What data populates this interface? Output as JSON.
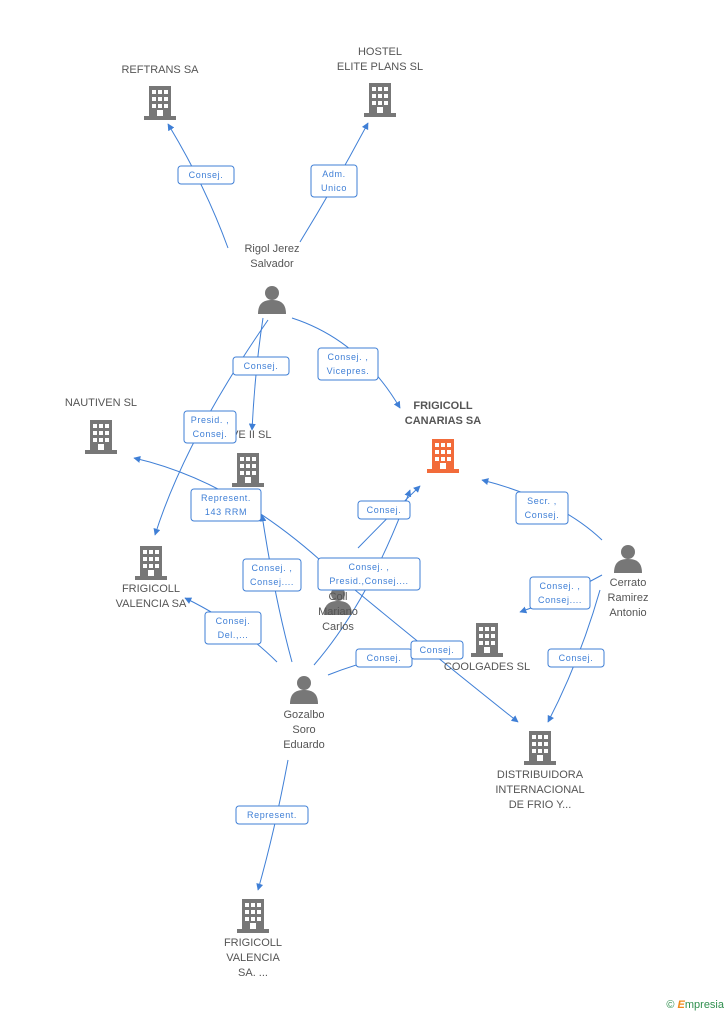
{
  "colors": {
    "edge": "#3f7fd6",
    "company": "#777777",
    "company_main": "#f26b3a",
    "person": "#777777",
    "text": "#555555"
  },
  "nodes": [
    {
      "id": "reftrans",
      "type": "company",
      "label": [
        "REFTRANS SA"
      ]
    },
    {
      "id": "hostel",
      "type": "company",
      "label": [
        "HOSTEL",
        "ELITE PLANS SL"
      ]
    },
    {
      "id": "rigol",
      "type": "person",
      "label": [
        "Rigol Jerez",
        "Salvador"
      ]
    },
    {
      "id": "nautiven",
      "type": "company",
      "label": [
        "NAUTIVEN SL"
      ]
    },
    {
      "id": "ave",
      "type": "company",
      "label": [
        "AVE II SL"
      ]
    },
    {
      "id": "frigicoll_canarias",
      "type": "company_main",
      "label": [
        "FRIGICOLL",
        "CANARIAS SA"
      ]
    },
    {
      "id": "frigicoll_valencia",
      "type": "company",
      "label": [
        "FRIGICOLL",
        "VALENCIA SA"
      ]
    },
    {
      "id": "coll",
      "type": "person",
      "label": [
        "Coll",
        "Mariano",
        "Carlos"
      ]
    },
    {
      "id": "cerrato",
      "type": "person",
      "label": [
        "Cerrato",
        "Ramirez",
        "Antonio"
      ]
    },
    {
      "id": "coolgades",
      "type": "company",
      "label": [
        "COOLGADES SL"
      ]
    },
    {
      "id": "gozalbo",
      "type": "person",
      "label": [
        "Gozalbo",
        "Soro",
        "Eduardo"
      ]
    },
    {
      "id": "distribuidora",
      "type": "company",
      "label": [
        "DISTRIBUIDORA",
        "INTERNACIONAL",
        "DE FRIO Y..."
      ]
    },
    {
      "id": "frigicoll_valencia2",
      "type": "company",
      "label": [
        "FRIGICOLL",
        "VALENCIA",
        "SA. ..."
      ]
    }
  ],
  "edges": [
    {
      "id": "e1",
      "label": [
        "Consej."
      ]
    },
    {
      "id": "e2",
      "label": [
        "Adm.",
        "Unico"
      ]
    },
    {
      "id": "e3",
      "label": [
        "Consej."
      ]
    },
    {
      "id": "e4",
      "label": [
        "Consej. ,",
        "Vicepres."
      ]
    },
    {
      "id": "e5",
      "label": [
        "Presid. ,",
        "Consej."
      ]
    },
    {
      "id": "e6",
      "label": [
        "Represent.",
        "143 RRM"
      ]
    },
    {
      "id": "e7",
      "label": [
        "Consej."
      ]
    },
    {
      "id": "e8",
      "label": [
        "Secr. ,",
        "Consej."
      ]
    },
    {
      "id": "e9",
      "label": [
        "Consej. ,",
        "Consej...."
      ]
    },
    {
      "id": "e10",
      "label": [
        "Consej. ,",
        "Presid.,Consej...."
      ]
    },
    {
      "id": "e11",
      "label": [
        "Consej. ,",
        "Consej...."
      ]
    },
    {
      "id": "e12",
      "label": [
        "Consej.",
        "Del.,..."
      ]
    },
    {
      "id": "e13",
      "label": [
        "Consej."
      ]
    },
    {
      "id": "e14",
      "label": [
        "Consej."
      ]
    },
    {
      "id": "e15",
      "label": [
        "Consej."
      ]
    },
    {
      "id": "e16",
      "label": [
        "Represent."
      ]
    }
  ],
  "footer": {
    "copyright": "©",
    "brand_initial": "E",
    "brand_rest": "mpresia"
  }
}
